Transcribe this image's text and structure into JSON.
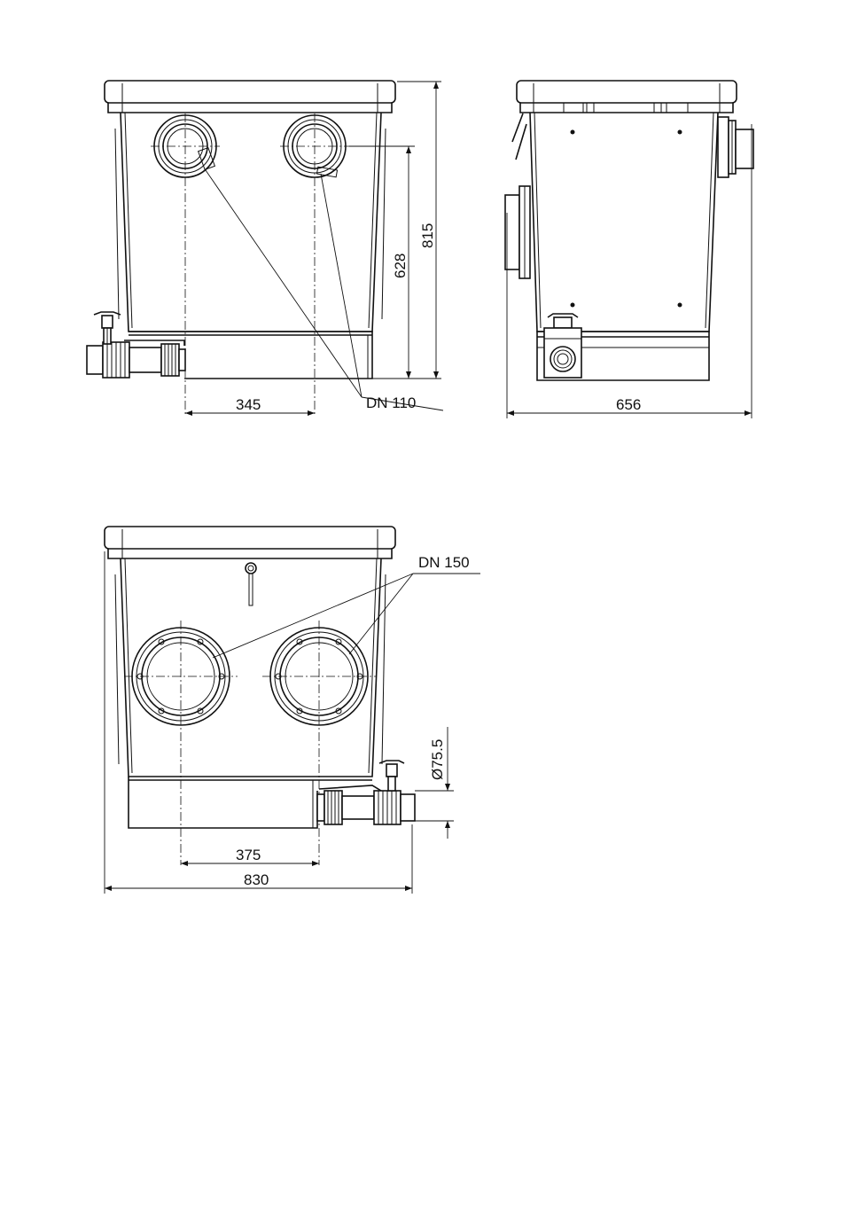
{
  "colors": {
    "line": "#111111",
    "background": "#ffffff"
  },
  "views": {
    "front_small": {
      "dim_outlet_spacing": "345",
      "dim_inlet_height": "628",
      "dim_total_height": "815",
      "label_connection": "DN 110"
    },
    "side": {
      "dim_depth": "656"
    },
    "front_large": {
      "label_connection": "DN 150",
      "dim_outlet_spacing": "375",
      "dim_total_width": "830",
      "dim_pipe_diameter": "Ø75.5"
    }
  }
}
